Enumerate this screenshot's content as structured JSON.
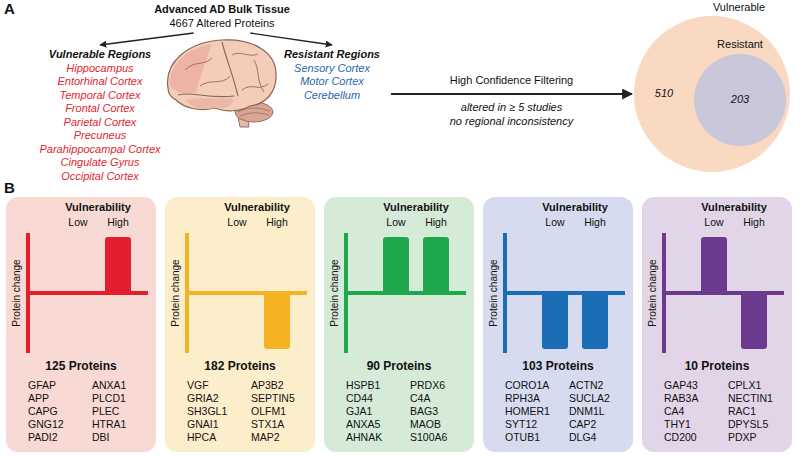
{
  "diagram": {
    "nodes": [
      {
        "text": [
          "Advanced AD Bulk Tissue",
          "4667 Altered Proteins"
        ]
      },
      {
        "text": [
          "Vulnerable Regions",
          "Hippocampus",
          "Entorhinal Cortex",
          "Temporal Cortex",
          "Frontal Cortex",
          "Parietal Cortex",
          "Precuneus",
          "Parahippocampal Cortex",
          "Cingulate Gyrus",
          "Occipital Cortex"
        ]
      },
      {
        "text": [
          "Resistant Regions",
          "Sensory Cortex",
          "Motor Cortex",
          "Cerebellum"
        ]
      },
      {
        "text": [
          "Vulnerable",
          "510"
        ]
      },
      {
        "text": [
          "Resistant",
          "203"
        ],
        "in": 3
      },
      {
        "text": [
          "Vulnerability",
          "Low",
          "High",
          "Protein change",
          "125 Proteins",
          "GFAP",
          "ANXA1",
          "APP",
          "PLCD1",
          "CAPG",
          "PLEC",
          "GNG12",
          "HTRA1",
          "PADI2",
          "DBI"
        ]
      },
      {
        "text": [
          "Vulnerability",
          "Low",
          "High",
          "Protein change",
          "182 Proteins",
          "VGF",
          "AP3B2",
          "GRIA2",
          "SEPTIN5",
          "SH3GL1",
          "OLFM1",
          "GNAI1",
          "STX1A",
          "HPCA",
          "MAP2"
        ]
      },
      {
        "text": [
          "Vulnerability",
          "Low",
          "High",
          "Protein change",
          "90 Proteins",
          "HSPB1",
          "PRDX6",
          "CD44",
          "C4A",
          "GJA1",
          "BAG3",
          "ANXA5",
          "MAOB",
          "AHNAK",
          "S100A6"
        ]
      },
      {
        "text": [
          "Vulnerability",
          "Low",
          "High",
          "Protein change",
          "103 Proteins",
          "CORO1A",
          "ACTN2",
          "RPH3A",
          "SUCLA2",
          "HOMER1",
          "DNM1L",
          "SYT12",
          "CAP2",
          "OTUB1",
          "DLG4"
        ]
      },
      {
        "text": [
          "Vulnerability",
          "Low",
          "High",
          "Protein change",
          "10 Proteins",
          "GAP43",
          "CPLX1",
          "RAB3A",
          "NECTIN1",
          "CA4",
          "RAC1",
          "THY1",
          "DPYSL5",
          "CD200",
          "PDXP"
        ]
      }
    ],
    "edges": [
      {
        "from": 0,
        "to": 1,
        "arrow": "to"
      },
      {
        "from": 0,
        "to": 2,
        "arrow": "to"
      },
      {
        "from": 2,
        "to": 3,
        "label": "High Confidence Filtering",
        "arrow": "to"
      }
    ],
    "labels": [
      "A",
      "B",
      "altered in ≥ 5 studies",
      "no regional inconsistency"
    ]
  }
}
